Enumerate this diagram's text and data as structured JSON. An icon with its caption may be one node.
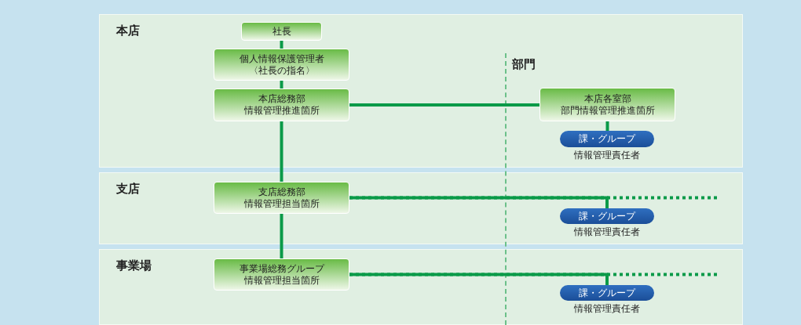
{
  "diagram": {
    "nodes": [
      {
        "text": [
          "本店"
        ]
      },
      {
        "text": [
          "社長"
        ],
        "in": 0
      },
      {
        "text": [
          "個人情報保護管理者",
          "〈社長の指名〉"
        ],
        "in": 0
      },
      {
        "text": [
          "本店総務部",
          "情報管理推進箇所"
        ],
        "in": 0
      },
      {
        "text": [
          "本店各室部",
          "部門情報管理推進箇所"
        ],
        "in": 0
      },
      {
        "text": [
          "課・グループ"
        ],
        "in": 0,
        "beside": [
          "情報管理責任者"
        ]
      },
      {
        "text": [
          "支店"
        ]
      },
      {
        "text": [
          "支店総務部",
          "情報管理担当箇所"
        ],
        "in": 6
      },
      {
        "text": [
          "課・グループ"
        ],
        "in": 6,
        "beside": [
          "情報管理責任者"
        ]
      },
      {
        "text": [
          "事業場"
        ]
      },
      {
        "text": [
          "事業場総務グループ",
          "情報管理担当箇所"
        ],
        "in": 9
      },
      {
        "text": [
          "課・グループ"
        ],
        "in": 9,
        "beside": [
          "情報管理責任者"
        ]
      }
    ],
    "edges": [
      {
        "from": 1,
        "to": 2,
        "arrow": "none"
      },
      {
        "from": 2,
        "to": 3,
        "arrow": "none"
      },
      {
        "from": 3,
        "to": 4,
        "arrow": "none"
      },
      {
        "from": 4,
        "to": 5,
        "arrow": "none"
      },
      {
        "from": 3,
        "to": 7,
        "arrow": "none"
      },
      {
        "from": 7,
        "to": 10,
        "arrow": "none"
      },
      {
        "from": 7,
        "to": 8,
        "arrow": "none"
      },
      {
        "from": 7,
        "to": null,
        "arrow": "none",
        "style": "dashed"
      },
      {
        "from": 10,
        "to": 11,
        "arrow": "none"
      },
      {
        "from": 10,
        "to": null,
        "arrow": "none",
        "style": "dashed"
      }
    ],
    "labels": [
      "部門"
    ]
  }
}
